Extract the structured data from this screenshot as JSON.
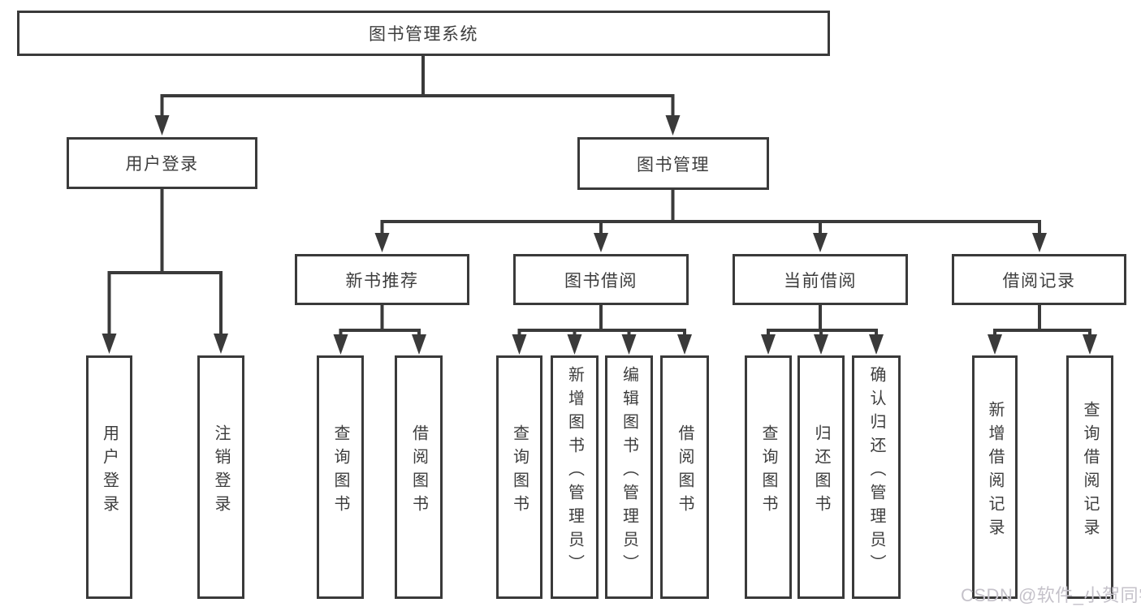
{
  "tree": {
    "root": {
      "label": "图书管理系统"
    },
    "userLogin": {
      "label": "用户登录",
      "children": [
        {
          "label": "用户登录"
        },
        {
          "label": "注销登录"
        }
      ]
    },
    "bookMgmt": {
      "label": "图书管理",
      "children": [
        {
          "label": "新书推荐",
          "children": [
            {
              "label": "查询图书"
            },
            {
              "label": "借阅图书"
            }
          ]
        },
        {
          "label": "图书借阅",
          "children": [
            {
              "label": "查询图书"
            },
            {
              "label": "新增图书（管理员）"
            },
            {
              "label": "编辑图书（管理员）"
            },
            {
              "label": "借阅图书"
            }
          ]
        },
        {
          "label": "当前借阅",
          "children": [
            {
              "label": "查询图书"
            },
            {
              "label": "归还图书"
            },
            {
              "label": "确认归还（管理员）"
            }
          ]
        },
        {
          "label": "借阅记录",
          "children": [
            {
              "label": "新增借阅记录"
            },
            {
              "label": "查询借阅记录"
            }
          ]
        }
      ]
    }
  },
  "watermark": {
    "text": "CSDN @软件_小贺同学"
  },
  "colors": {
    "line": "#3a3a3a",
    "text": "#3d3d3d",
    "watermark": "#c5c2ca",
    "background": "#ffffff"
  }
}
